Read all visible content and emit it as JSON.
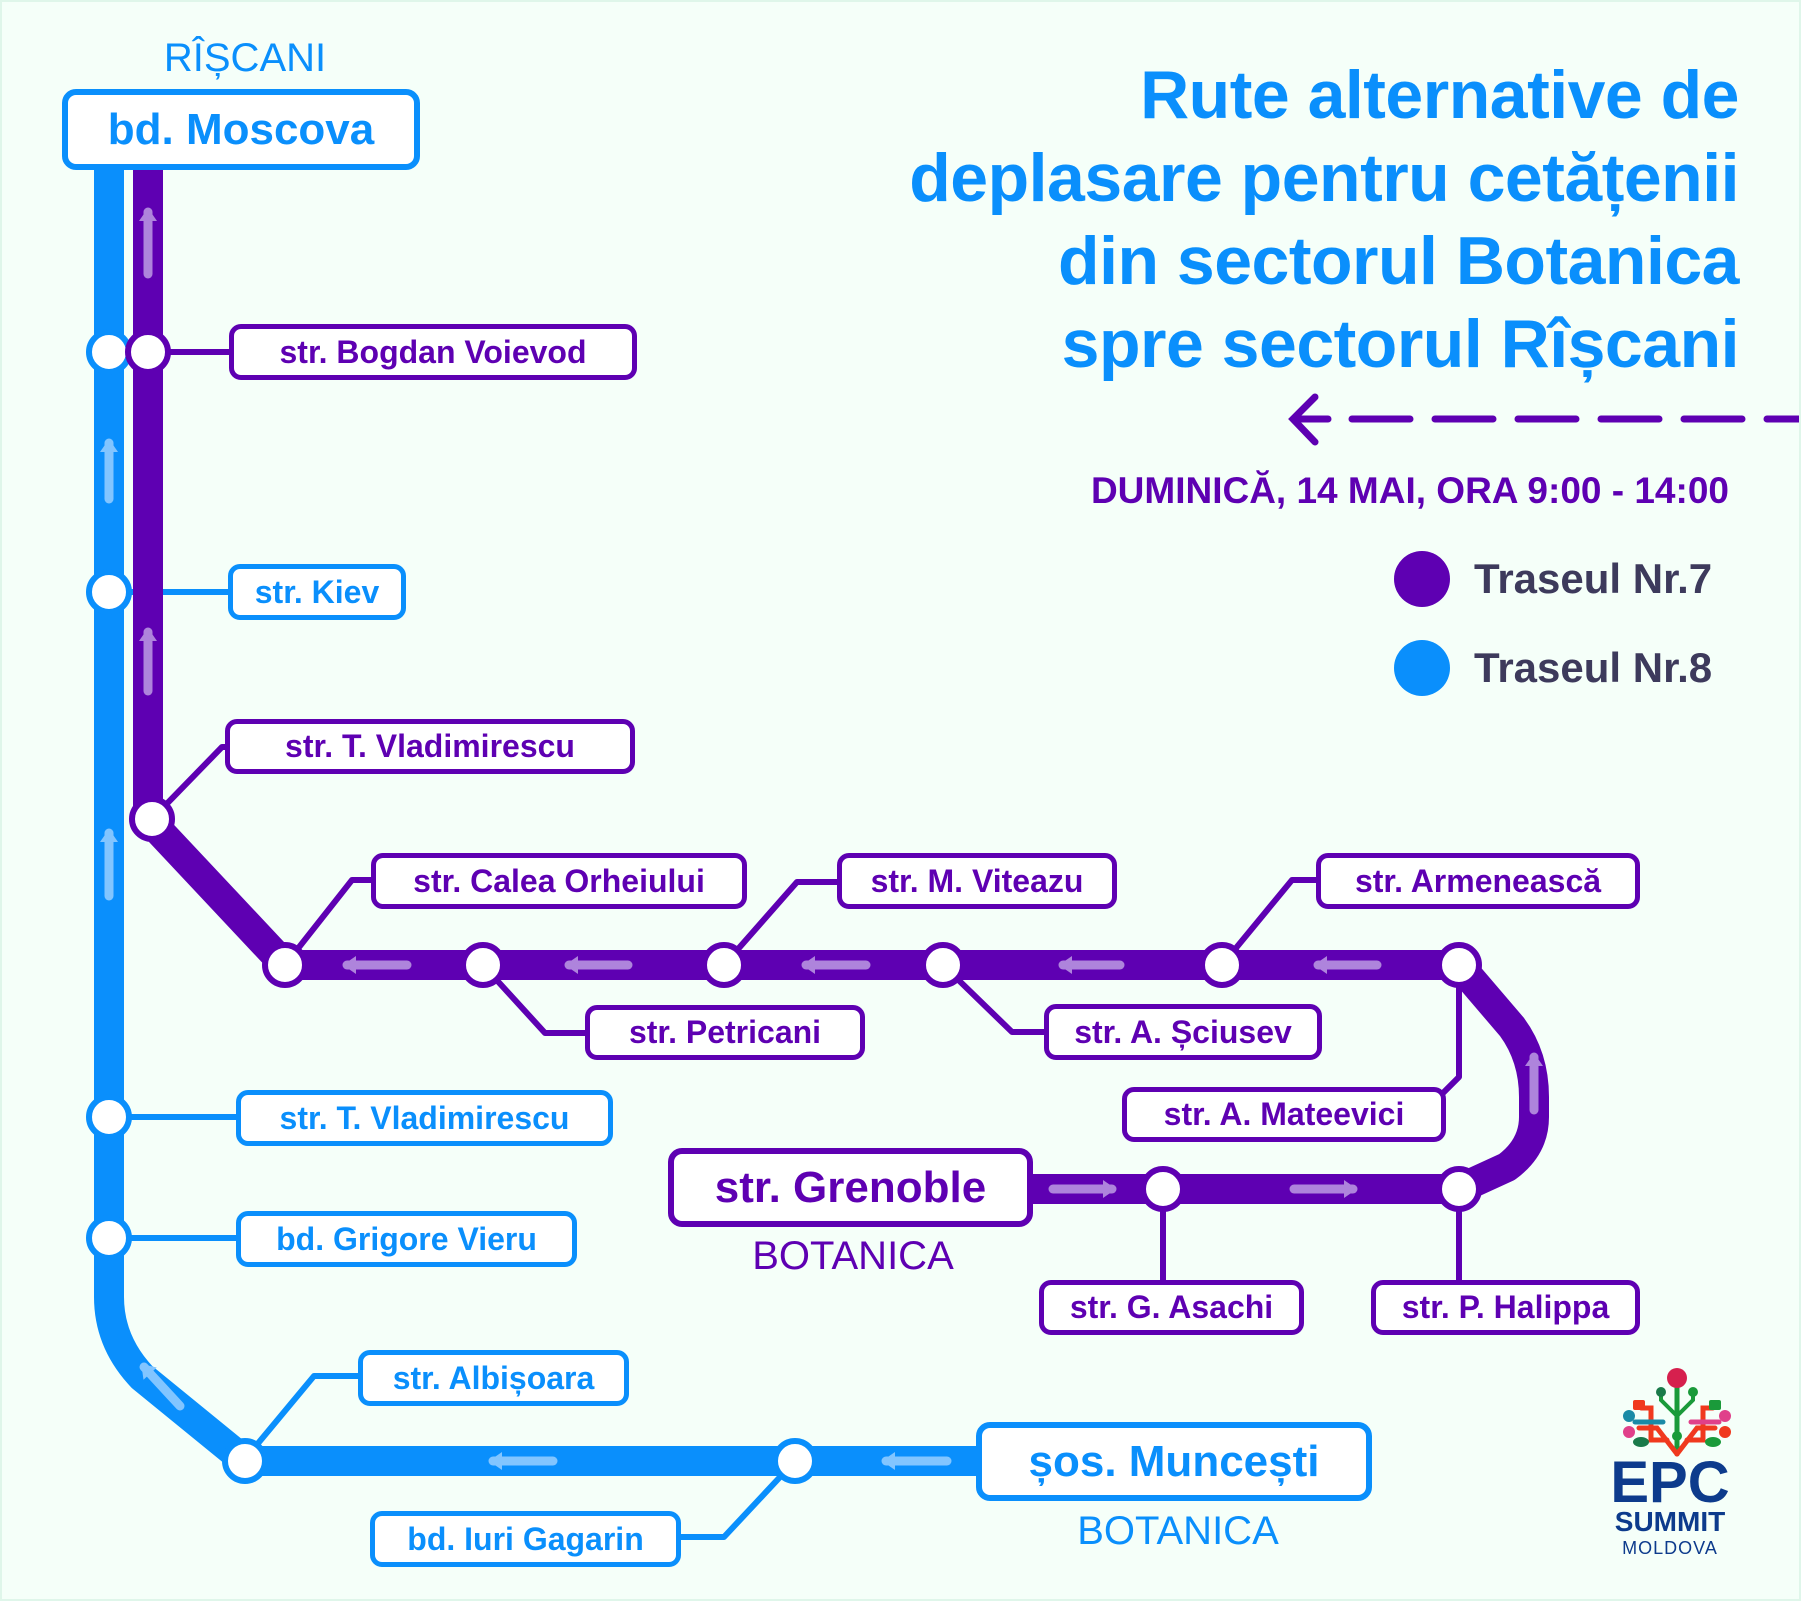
{
  "title": {
    "lines": [
      "Rute alternative de",
      "deplasare pentru cetățenii",
      "din sectorul Botanica",
      "spre sectorul Rîșcani"
    ]
  },
  "schedule": "DUMINICĂ, 14 MAI, ORA 9:00 - 14:00",
  "legend": [
    {
      "label": "Traseul Nr.7",
      "color": "#5e00b2"
    },
    {
      "label": "Traseul Nr.8",
      "color": "#0a8ffc"
    }
  ],
  "colors": {
    "route7": "#5e00b2",
    "route8": "#0a8ffc",
    "route7_arrow": "#ae84dc",
    "route8_arrow": "#82c5ff",
    "text_dark": "#3d3a5c",
    "background": "#f5fff9"
  },
  "destination": {
    "district": "RÎȘCANI",
    "stop": "bd. Moscova"
  },
  "route7": {
    "name": "Traseul Nr.7",
    "start_stop": "str. Grenoble",
    "start_district": "BOTANICA",
    "stops": [
      "str. G. Asachi",
      "str. P. Halippa",
      "str. A. Mateevici",
      "str. Armenească",
      "str. A. Șciusev",
      "str. M. Viteazu",
      "str. Petricani",
      "str. Calea Orheiului",
      "str. T. Vladimirescu",
      "str. Bogdan Voievod"
    ],
    "end_stop": "bd. Moscova"
  },
  "route8": {
    "name": "Traseul Nr.8",
    "start_stop": "șos. Muncești",
    "start_district": "BOTANICA",
    "stops": [
      "bd. Iuri Gagarin",
      "str. Albișoara",
      "bd. Grigore Vieru",
      "str. T. Vladimirescu",
      "str. Kiev"
    ],
    "end_stop": "bd. Moscova"
  },
  "logo": {
    "line1": "EPC",
    "line2": "SUMMIT",
    "line3": "MOLDOVA",
    "icon": "tree-motif-icon"
  }
}
